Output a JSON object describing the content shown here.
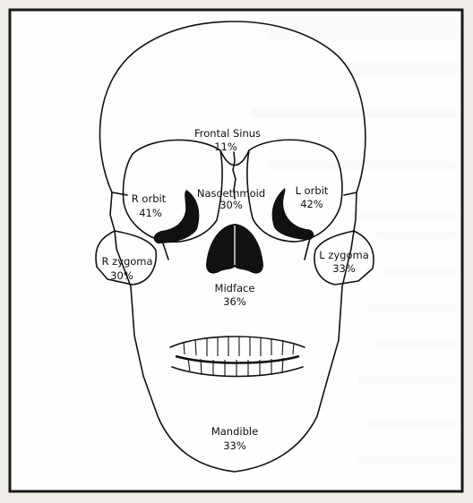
{
  "figure": {
    "region_labels": {
      "frontal_sinus": {
        "name": "Frontal Sinus",
        "pct": "11%"
      },
      "r_orbit": {
        "name": "R  orbit",
        "pct": "41%"
      },
      "nasoethmoid": {
        "name": "Nasoethmoid",
        "pct": "30%"
      },
      "l_orbit": {
        "name": "L  orbit",
        "pct": "42%"
      },
      "r_zygoma": {
        "name": "R  zygoma",
        "pct": "30%"
      },
      "l_zygoma": {
        "name": "L  zygoma",
        "pct": "33%"
      },
      "midface": {
        "name": "Midface",
        "pct": "36%"
      },
      "mandible": {
        "name": "Mandible",
        "pct": "33%"
      }
    },
    "colors": {
      "page_background": "#f1ede8",
      "faded_text": "#c9c4be",
      "frame": "#1a1a1a",
      "panel": "#ffffff",
      "ink": "#111111"
    }
  }
}
